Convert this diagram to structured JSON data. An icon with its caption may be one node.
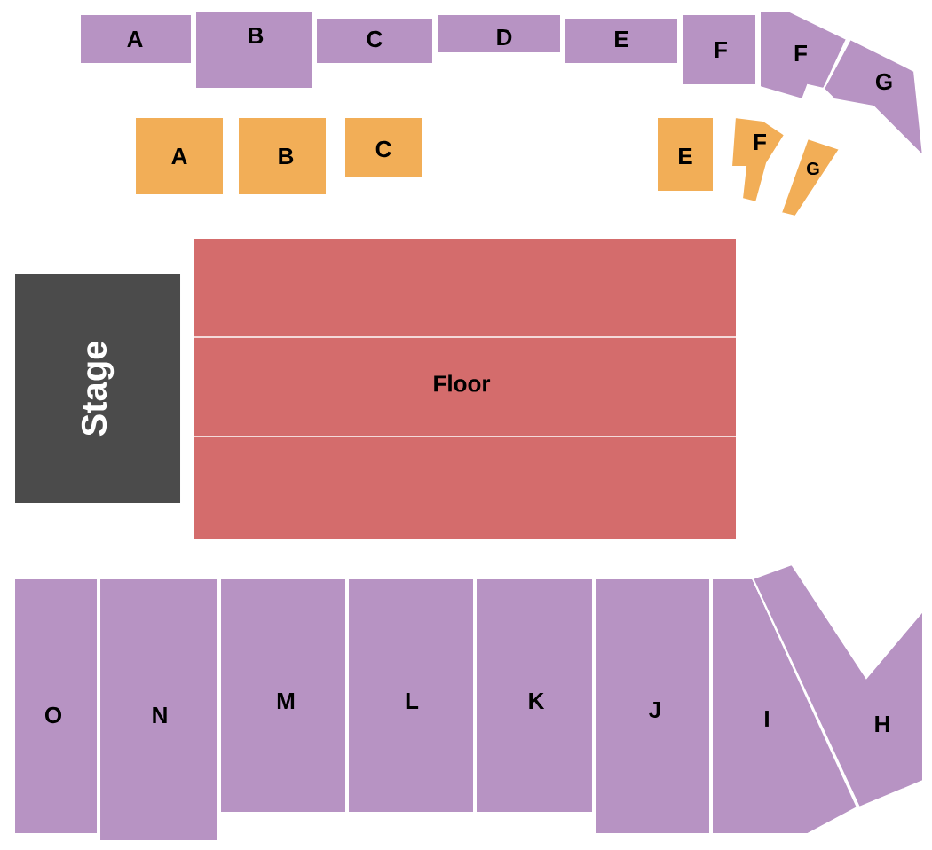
{
  "diagram": {
    "nodes": [
      {
        "text": [
          "A"
        ]
      },
      {
        "text": [
          "B"
        ]
      },
      {
        "text": [
          "C"
        ]
      },
      {
        "text": [
          "D"
        ]
      },
      {
        "text": [
          "E"
        ]
      },
      {
        "text": [
          "F"
        ]
      },
      {
        "text": [
          "F"
        ]
      },
      {
        "text": [
          "G"
        ]
      },
      {
        "text": [
          "A"
        ]
      },
      {
        "text": [
          "B"
        ]
      },
      {
        "text": [
          "C"
        ]
      },
      {
        "text": [
          "E"
        ]
      },
      {
        "text": [
          "F"
        ]
      },
      {
        "text": [
          "G"
        ]
      },
      {
        "text": [
          "Stage"
        ]
      },
      {
        "text": [
          "Floor"
        ]
      },
      {
        "text": [
          "O"
        ]
      },
      {
        "text": [
          "N"
        ]
      },
      {
        "text": [
          "M"
        ]
      },
      {
        "text": [
          "L"
        ]
      },
      {
        "text": [
          "K"
        ]
      },
      {
        "text": [
          "J"
        ]
      },
      {
        "text": [
          "I"
        ]
      },
      {
        "text": [
          "H"
        ]
      }
    ]
  }
}
